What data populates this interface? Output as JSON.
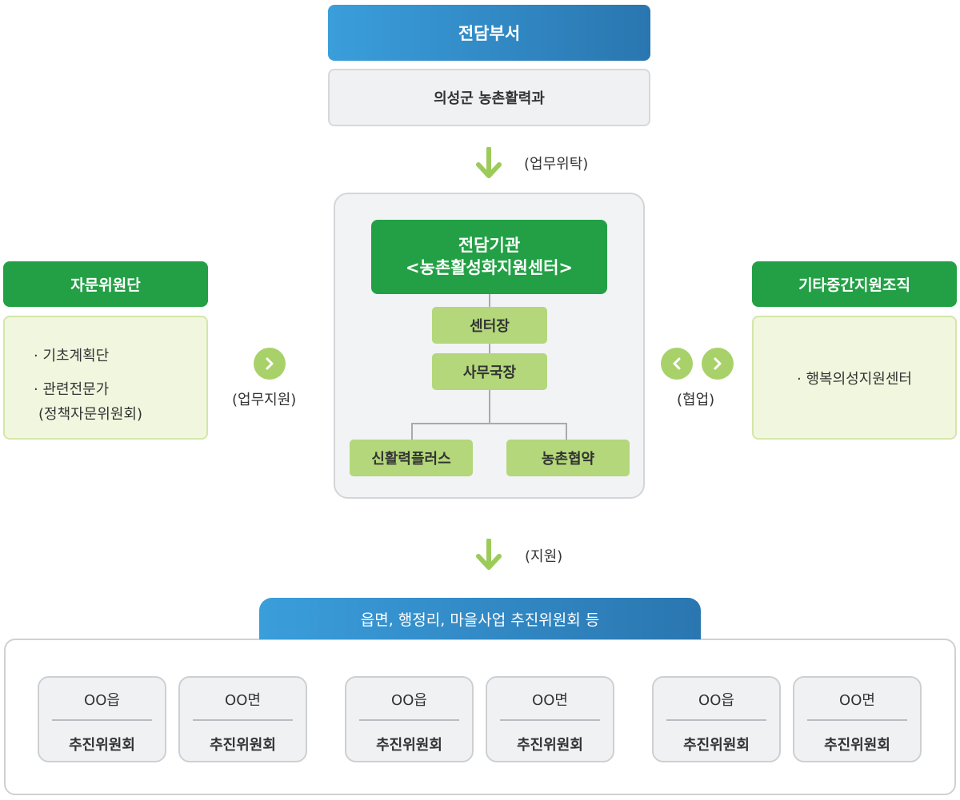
{
  "top": {
    "header": "전담부서",
    "department": "의성군 농촌활력과",
    "arrow_label": "(업무위탁)"
  },
  "center": {
    "title_line1": "전담기관",
    "title_line2": "<농촌활성화지원센터>",
    "director": "센터장",
    "secretary": "사무국장",
    "child_left": "신활력플러스",
    "child_right": "농촌협약"
  },
  "left": {
    "header": "자문위원단",
    "items": [
      "· 기초계획단",
      "· 관련전문가",
      "(정책자문위원회)"
    ],
    "arrow_label": "(업무지원)"
  },
  "right": {
    "header": "기타중간지원조직",
    "items": [
      "· 행복의성지원센터"
    ],
    "arrow_label": "(협업)"
  },
  "middle_arrow_label": "(지원)",
  "bottom": {
    "tab": "읍면, 행정리, 마을사업 추진위원회 등",
    "cards": [
      {
        "top": "OO읍",
        "bottom": "추진위원회"
      },
      {
        "top": "OO면",
        "bottom": "추진위원회"
      },
      {
        "top": "OO읍",
        "bottom": "추진위원회"
      },
      {
        "top": "OO면",
        "bottom": "추진위원회"
      },
      {
        "top": "OO읍",
        "bottom": "추진위원회"
      },
      {
        "top": "OO면",
        "bottom": "추진위원회"
      }
    ]
  },
  "colors": {
    "blue": "#2f88c8",
    "green": "#23a045",
    "light_green": "#b3d77a",
    "arrow_green": "#a9d16a"
  }
}
